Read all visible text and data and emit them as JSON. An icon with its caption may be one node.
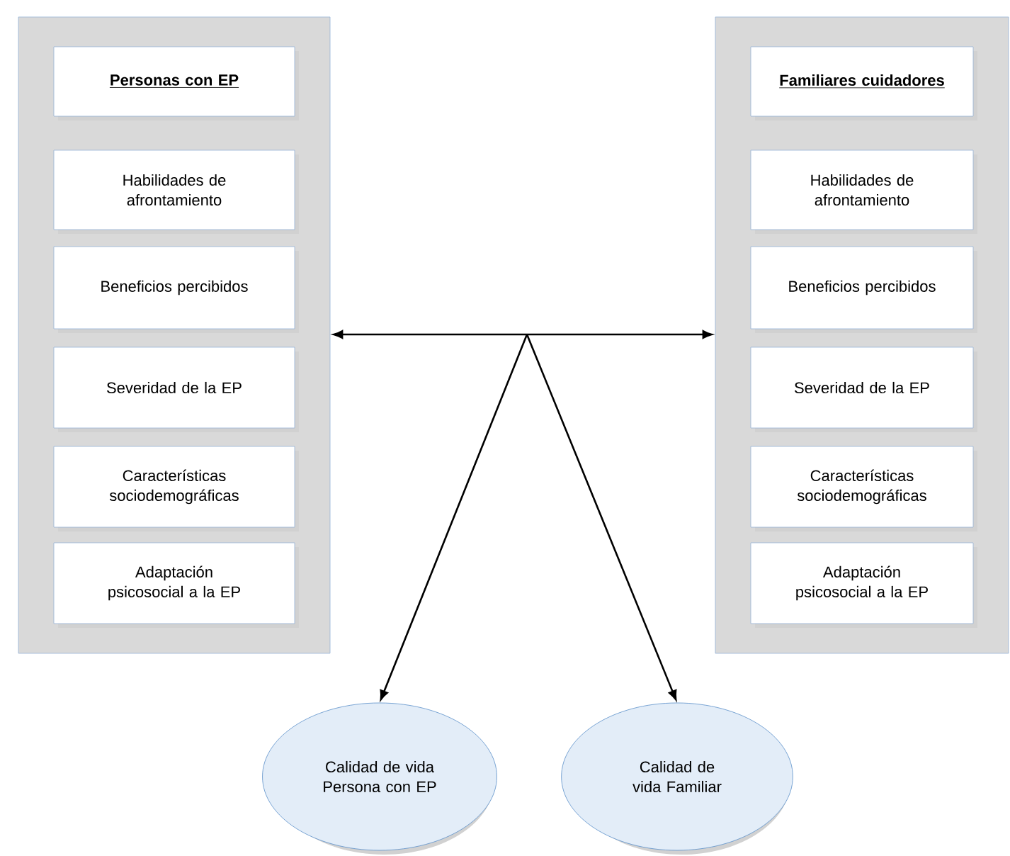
{
  "diagram": {
    "nodes": [
      {
        "text": [],
        "shape": "box"
      },
      {
        "text": [
          "Personas con EP"
        ],
        "in": 0
      },
      {
        "text": [
          "Habilidades de afrontamiento"
        ],
        "in": 0
      },
      {
        "text": [
          "Beneficios percibidos"
        ],
        "in": 0
      },
      {
        "text": [
          "Severidad de la EP"
        ],
        "in": 0
      },
      {
        "text": [
          "Características sociodemográficas"
        ],
        "in": 0
      },
      {
        "text": [
          "Adaptación psicosocial a la EP"
        ],
        "in": 0
      },
      {
        "text": [],
        "shape": "box"
      },
      {
        "text": [
          "Familiares cuidadores"
        ],
        "in": 7
      },
      {
        "text": [
          "Habilidades de afrontamiento"
        ],
        "in": 7
      },
      {
        "text": [
          "Beneficios percibidos"
        ],
        "in": 7
      },
      {
        "text": [
          "Severidad de la EP"
        ],
        "in": 7
      },
      {
        "text": [
          "Características sociodemográficas"
        ],
        "in": 7
      },
      {
        "text": [
          "Adaptación psicosocial a la EP"
        ],
        "in": 7
      },
      {
        "text": [
          "Calidad de vida Persona con EP"
        ]
      },
      {
        "text": [
          "Calidad de vida Familiar"
        ]
      }
    ],
    "edges": [
      {
        "from": 0,
        "to": 7,
        "arrow": "both"
      },
      {
        "from": null,
        "to": 14,
        "arrow": "to"
      },
      {
        "from": null,
        "to": 15,
        "arrow": "to"
      }
    ]
  }
}
